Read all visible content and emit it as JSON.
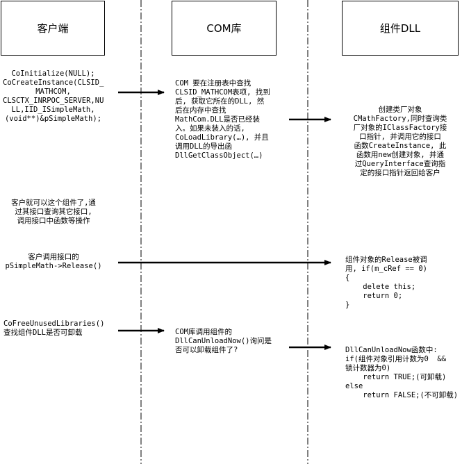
{
  "headers": {
    "client": "客户端",
    "com_lib": "COM库",
    "component_dll": "组件DLL"
  },
  "messages": {
    "client_create": "CoInitialize(NULL);\nCoCreateInstance(CLSID_\nMATHCOM,\nCLSCTX_INRPOC_SERVER,NU\nLL,IID_ISimpleMath,\n(void**)&pSimpleMath);",
    "com_lookup": "COM 要在注册表中查找\nCLSID_MATHCOM表项, 找到\n后, 获取它所在的DLL, 然\n后在内存中查找\nMathCom.DLL是否已经装\n入。如果未装入的话,\nCoLoadLibrary(…), 并且\n调用DLL的导出函\nDllGetClassObject(…)",
    "dll_factory": "创建类厂对象\nCMathFactory,同时查询类\n厂对象的IClassFactory接\n口指针, 并调用它的接口\n函数CreateInstance, 此\n函数用new创建对象, 并通\n过QueryInterface查询指\n定的接口指针返回给客户",
    "client_use": "客户就可以这个组件了,通\n过其接口查询其它接口,\n调用接口中函数等操作",
    "client_release": "客户调用接口的\npSimpleMath->Release()",
    "dll_release": "组件对象的Release被调\n用, if(m_cRef == 0)\n{\n    delete this;\n    return 0;\n}",
    "client_free": "CoFreeUnusedLibraries()\n查找组件DLL是否可卸载",
    "com_canunload": "COM库调用组件的\nDllCanUnloadNow()询问是\n否可以卸载组件了?",
    "dll_canunload": "DllCanUnloadNow函数中:\nif(组件对象引用计数为0  &&\n锁计数器为0)\n    return TRUE;(可卸载)\nelse\n    return FALSE;(不可卸载)"
  }
}
